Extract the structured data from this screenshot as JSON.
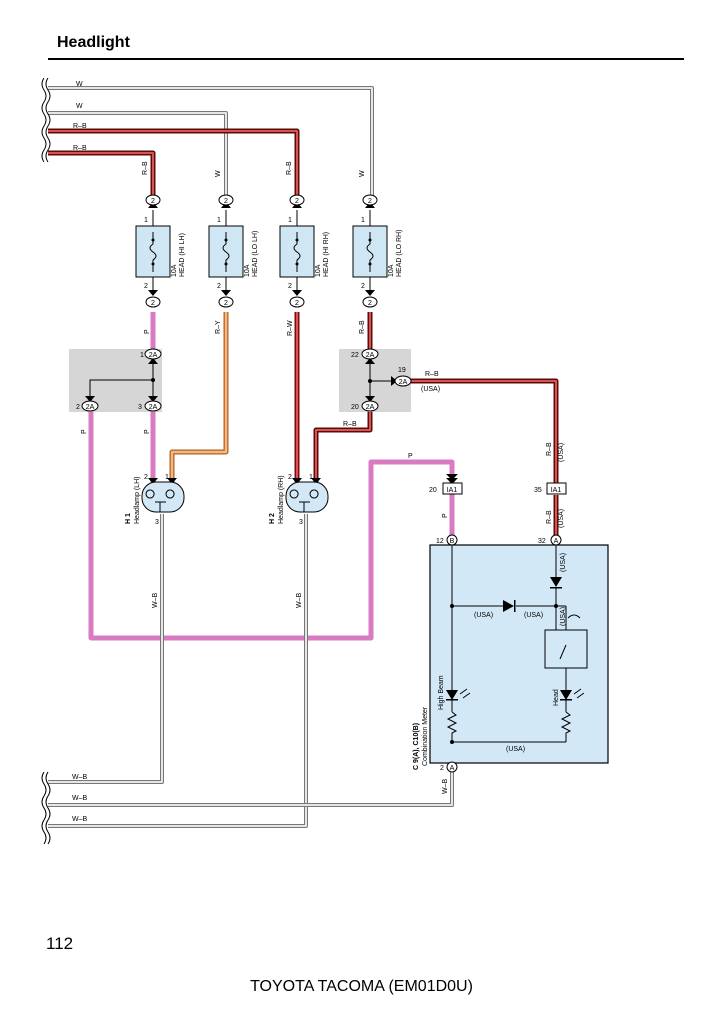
{
  "page": {
    "title": "Headlight",
    "page_number": "112",
    "footer": "TOYOTA TACOMA (EM01D0U)"
  },
  "colors": {
    "R-B": "#8b1a1a",
    "W": "#c8c8c8",
    "P": "#d97bc2",
    "R-Y": "#e69a52",
    "R-W": "#c0282c",
    "W-B": "#9a9a9a",
    "fuse_fill": "#cfe6f5",
    "junction_fill": "#d6d6d6",
    "meter_fill": "#d2e8f7"
  },
  "wires_top": [
    {
      "label": "W"
    },
    {
      "label": "W"
    },
    {
      "label": "R–B"
    },
    {
      "label": "R–B"
    }
  ],
  "fuses": [
    {
      "name": "HEAD (HI LH)",
      "amp": "10A",
      "wire": "R–B",
      "pin_top": "1",
      "pin_bot": "2",
      "conn": "2"
    },
    {
      "name": "HEAD (LO LH)",
      "amp": "10A",
      "wire": "W",
      "pin_top": "1",
      "pin_bot": "2",
      "conn": "2"
    },
    {
      "name": "HEAD (HI RH)",
      "amp": "10A",
      "wire": "R–B",
      "pin_top": "1",
      "pin_bot": "2",
      "conn": "2"
    },
    {
      "name": "HEAD (LO RH)",
      "amp": "10A",
      "wire": "W",
      "pin_top": "1",
      "pin_bot": "2",
      "conn": "2"
    }
  ],
  "junction_left": {
    "pin_in": "1",
    "pin_out_a": "2",
    "pin_out_b": "3",
    "conn": "2A",
    "wire_in": "P",
    "wire_out_a": "P",
    "wire_out_b": "P"
  },
  "junction_right": {
    "pin_in": "22",
    "pin_out_a": "19",
    "pin_out_b": "20",
    "conn": "2A",
    "wire_out_a": "R–B",
    "note": "(USA)"
  },
  "wire_labels": {
    "ry": "R–Y",
    "rw": "R–W",
    "rb_lower": "R–B",
    "rb_ia1": "R–B",
    "p_meter": "P",
    "p_ia1": "P",
    "wb_h1": "W–B",
    "wb_h2": "W–B",
    "wb_meter": "W–B",
    "usa": "(USA)"
  },
  "headlamps": [
    {
      "code": "H 1",
      "name": "Headlamp (LH)",
      "pin_hi": "2",
      "pin_lo": "1",
      "pin_gnd": "3"
    },
    {
      "code": "H 2",
      "name": "Headlamp (RH)",
      "pin_hi": "2",
      "pin_lo": "1",
      "pin_gnd": "3"
    }
  ],
  "ia1_connectors": [
    {
      "pin": "20",
      "label": "IA1"
    },
    {
      "pin": "35",
      "label": "IA1"
    }
  ],
  "meter": {
    "code": "C 9(A), C10(B)",
    "name": "Combination Meter",
    "pin_b": "12",
    "pin_b_conn": "B",
    "pin_a": "32",
    "pin_a_conn": "A",
    "pin_gnd": "2",
    "pin_gnd_conn": "A",
    "high_beam": "High Beam",
    "head": "Head"
  },
  "wires_bottom": [
    {
      "label": "W–B"
    },
    {
      "label": "W–B"
    },
    {
      "label": "W–B"
    }
  ]
}
